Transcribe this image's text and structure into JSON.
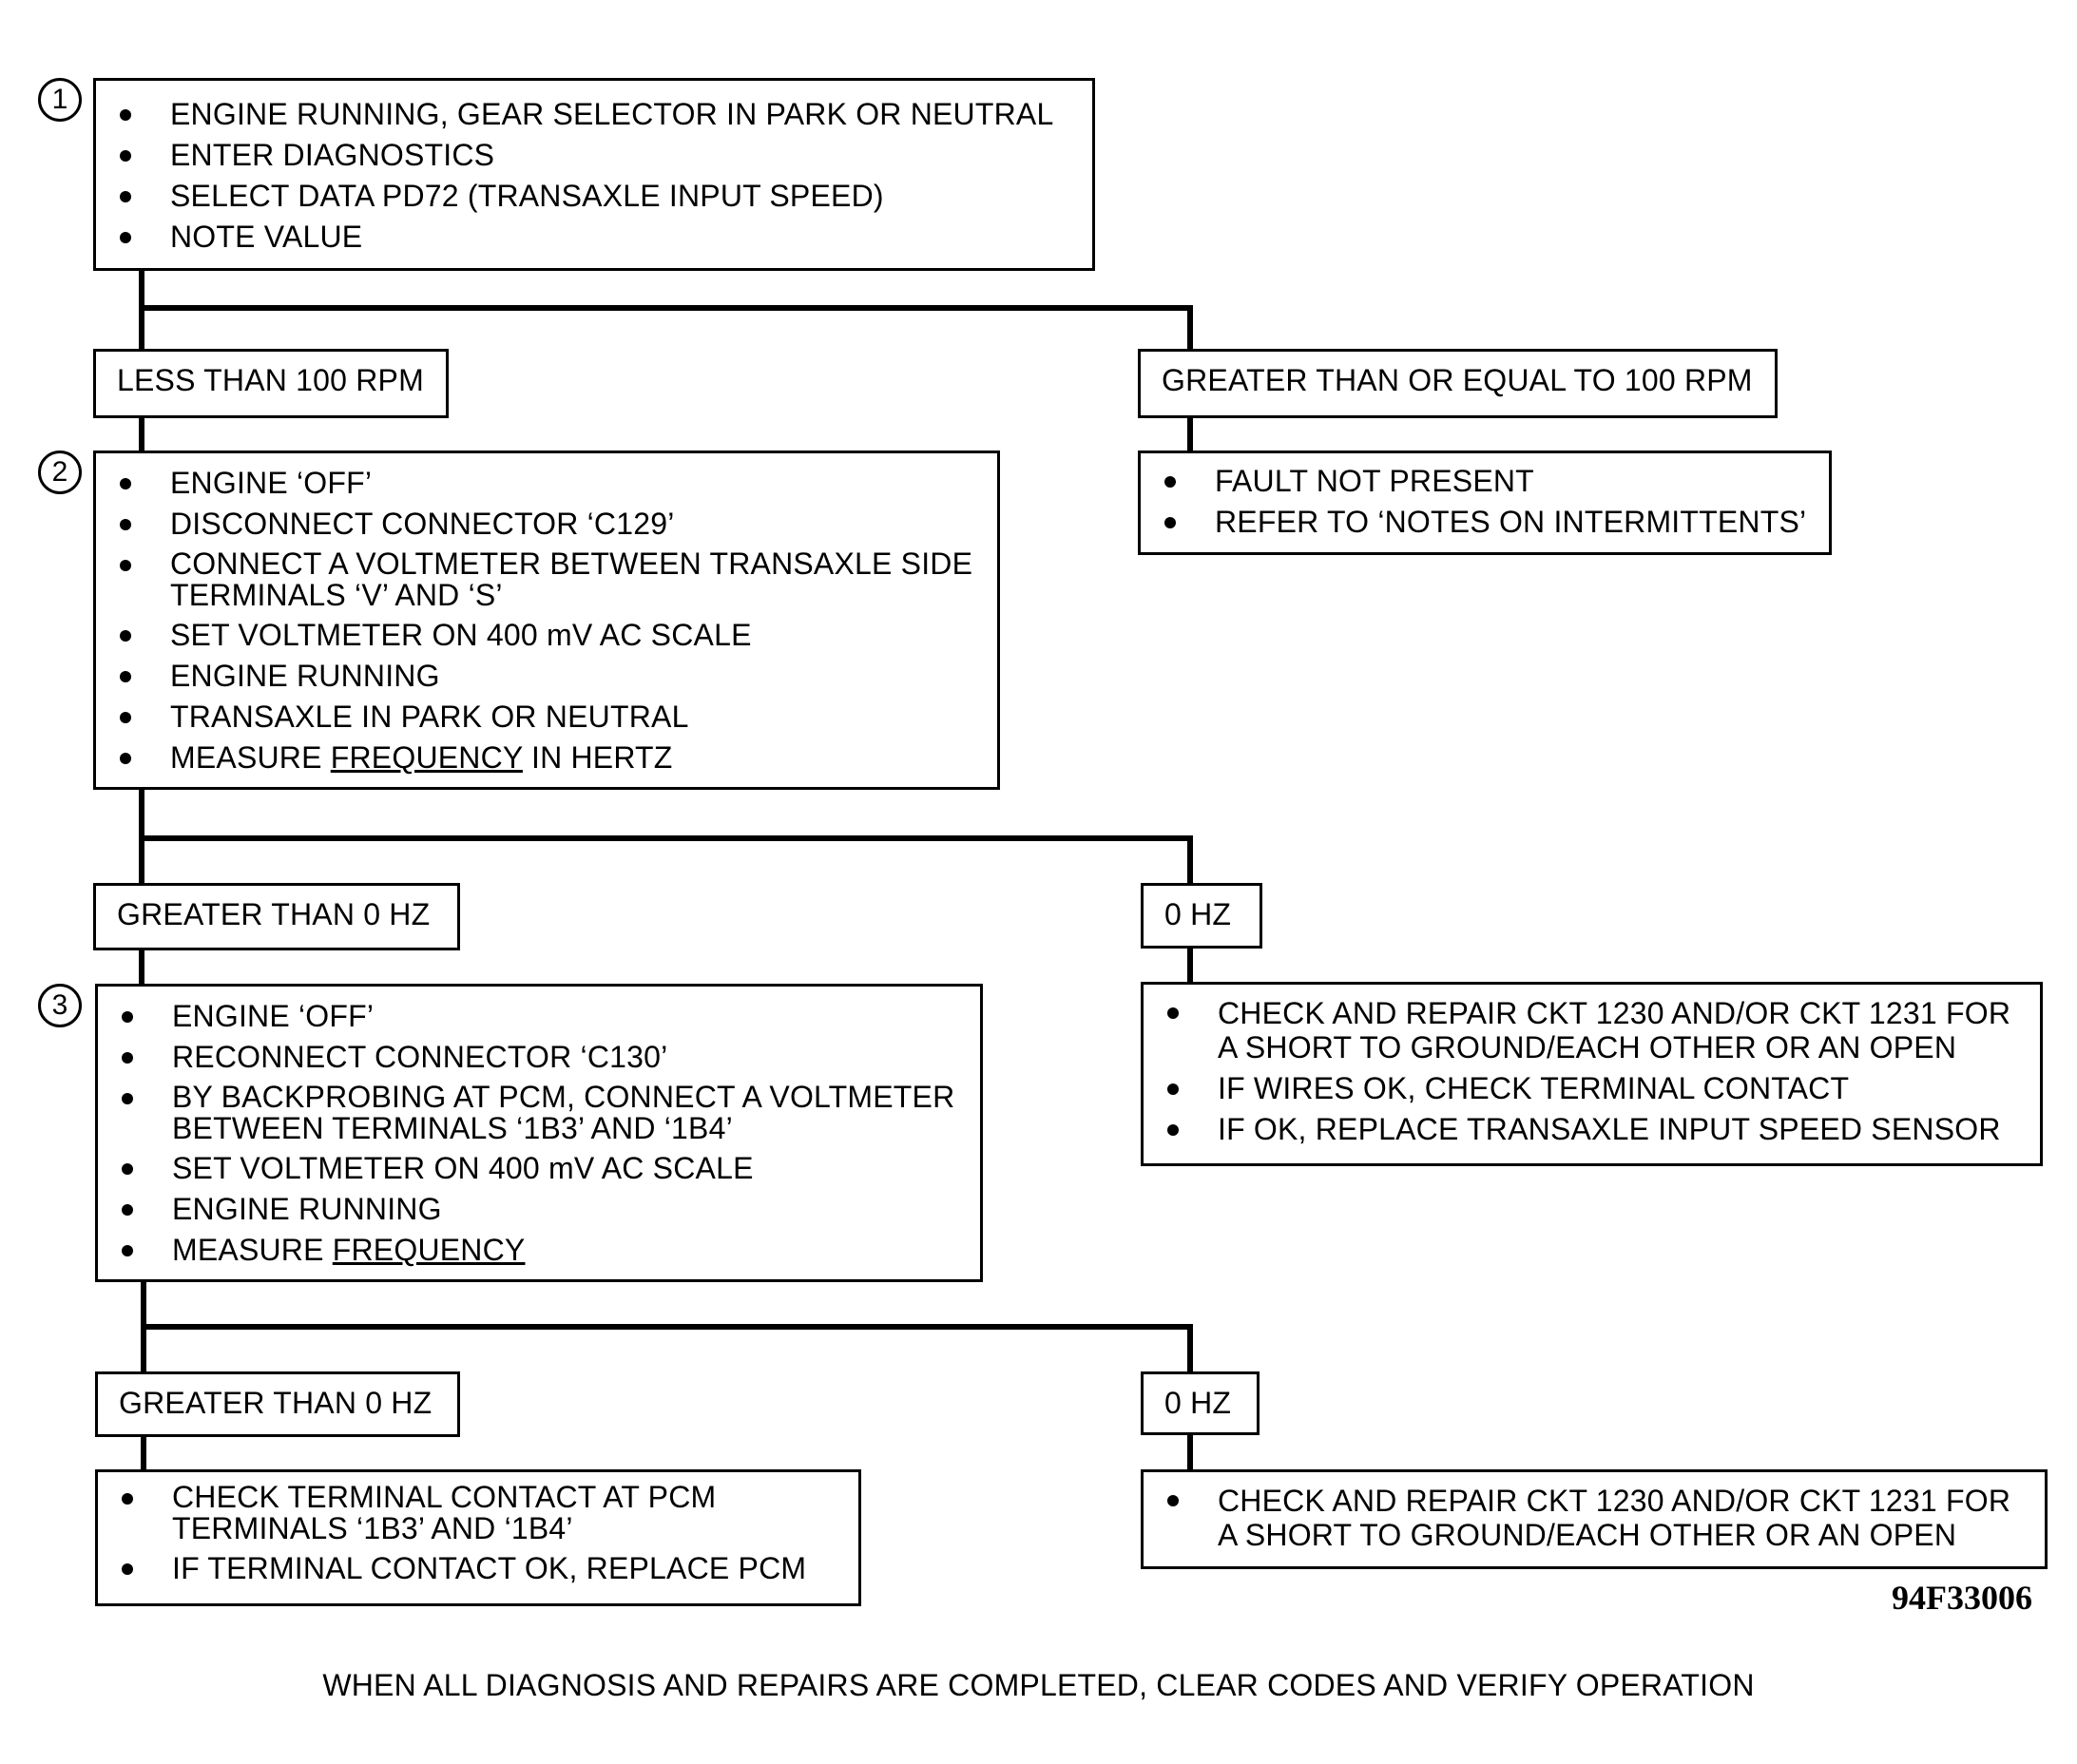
{
  "steps": {
    "s1": {
      "number": "1",
      "items": [
        "ENGINE RUNNING, GEAR SELECTOR IN PARK OR NEUTRAL",
        "ENTER DIAGNOSTICS",
        "SELECT DATA PD72 (TRANSAXLE INPUT SPEED)",
        "NOTE VALUE"
      ]
    },
    "s2": {
      "number": "2",
      "items": [
        "ENGINE ‘OFF’",
        "DISCONNECT CONNECTOR ‘C129’",
        "CONNECT A VOLTMETER BETWEEN TRANSAXLE SIDE\nTERMINALS ‘V’ AND ‘S’",
        "SET VOLTMETER ON 400 mV AC SCALE",
        "ENGINE RUNNING",
        "TRANSAXLE IN PARK OR NEUTRAL"
      ],
      "measure": {
        "before": "MEASURE ",
        "underlined": "FREQUENCY",
        "after": " IN HERTZ"
      }
    },
    "s3": {
      "number": "3",
      "items": [
        "ENGINE ‘OFF’",
        "RECONNECT CONNECTOR ‘C130’",
        "BY BACKPROBING AT PCM, CONNECT A VOLTMETER\nBETWEEN TERMINALS ‘1B3’ AND ‘1B4’",
        "SET VOLTMETER ON 400 mV AC SCALE",
        "ENGINE RUNNING"
      ],
      "measure": {
        "before": "MEASURE ",
        "underlined": "FREQUENCY",
        "after": ""
      }
    }
  },
  "conditions": {
    "c1_left": "LESS THAN 100 RPM",
    "c1_right": "GREATER THAN OR EQUAL TO 100 RPM",
    "c2_left": "GREATER THAN 0 HZ",
    "c2_right": "0 HZ",
    "c3_left": "GREATER THAN 0 HZ",
    "c3_right": "0 HZ"
  },
  "outcomes": {
    "fault_not_present": [
      "FAULT NOT PRESENT",
      "REFER TO ‘NOTES ON INTERMITTENTS’"
    ],
    "check_repair_1": [
      "CHECK AND REPAIR CKT 1230 AND/OR CKT 1231 FOR\nA SHORT TO GROUND/EACH OTHER OR AN OPEN",
      "IF WIRES OK, CHECK TERMINAL CONTACT",
      "IF OK, REPLACE TRANSAXLE INPUT SPEED SENSOR"
    ],
    "check_terminal": [
      "CHECK TERMINAL CONTACT AT PCM\nTERMINALS ‘1B3’ AND ‘1B4’",
      "IF TERMINAL CONTACT OK, REPLACE PCM"
    ],
    "check_repair_2": [
      "CHECK AND REPAIR CKT 1230 AND/OR CKT 1231 FOR\nA SHORT TO GROUND/EACH OTHER OR AN OPEN"
    ]
  },
  "figure_id": "94F33006",
  "footer": "WHEN ALL DIAGNOSIS AND REPAIRS ARE COMPLETED, CLEAR CODES AND VERIFY OPERATION"
}
